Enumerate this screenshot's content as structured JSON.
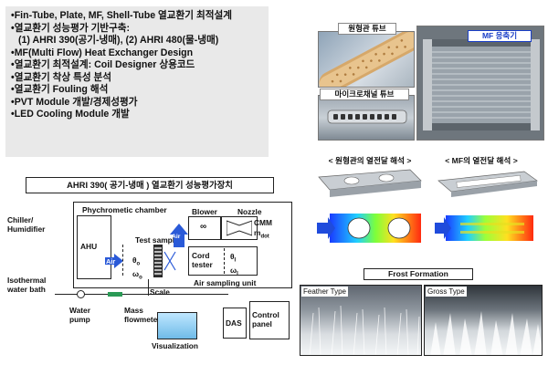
{
  "bullets": [
    "•Fin-Tube, Plate, MF, Shell-Tube 열교환기 최적설계",
    "•열교환기 성능평가 기반구축:",
    "(1) AHRI 390(공기-냉매), (2) AHRI 480(물-냉매)",
    "•MF(Multi Flow) Heat Exchanger Design",
    "•열교환기 최적설계: Coil Designer 상용코드",
    "•열교환기 착상 특성 분석",
    "•열교환기 Fouling 해석",
    "•PVT Module 개발/경제성평가",
    "•LED Cooling Module 개발"
  ],
  "photos": {
    "round_tube_label": "원형관 튜브",
    "micro_channel_label": "마이크로채널 튜브",
    "mf_label": "MF 응축기"
  },
  "analysis": {
    "left_title": "< 원형관의 열전달 해석 >",
    "right_title": "< MF의 열전달 해석 >"
  },
  "schematic": {
    "title": "AHRI 390( 공기-냉매 ) 열교환기 성능평가장치",
    "chiller": "Chiller/\nHumidifier",
    "psychrometric": "Phychrometic chamber",
    "blower": "Blower",
    "nozzle": "Nozzle",
    "cmm": "CMM",
    "mdot": "m",
    "mdot_sub": "dot",
    "inf": "∞",
    "ahu": "AHU",
    "test_sample": "Test sample",
    "air_left": "Air",
    "air_right": "Air",
    "theta_o": "θ",
    "theta_o_sub": "o",
    "omega_o": "ω",
    "omega_o_sub": "o",
    "cord_tester": "Cord\ntester",
    "theta_i": "θ",
    "theta_i_sub": "I",
    "omega_i": "ω",
    "omega_i_sub": "I",
    "air_sampling": "Air sampling unit",
    "isothermal": "Isothermal\nwater bath",
    "scale": "Scale",
    "water_pump": "Water\npump",
    "mass_flowmeter": "Mass\nflowmeter",
    "visualization": "Visualization",
    "das": "DAS",
    "control_panel": "Control\npanel"
  },
  "frost": {
    "title": "Frost Formation",
    "feather": "Feather Type",
    "gross": "Gross Type"
  }
}
